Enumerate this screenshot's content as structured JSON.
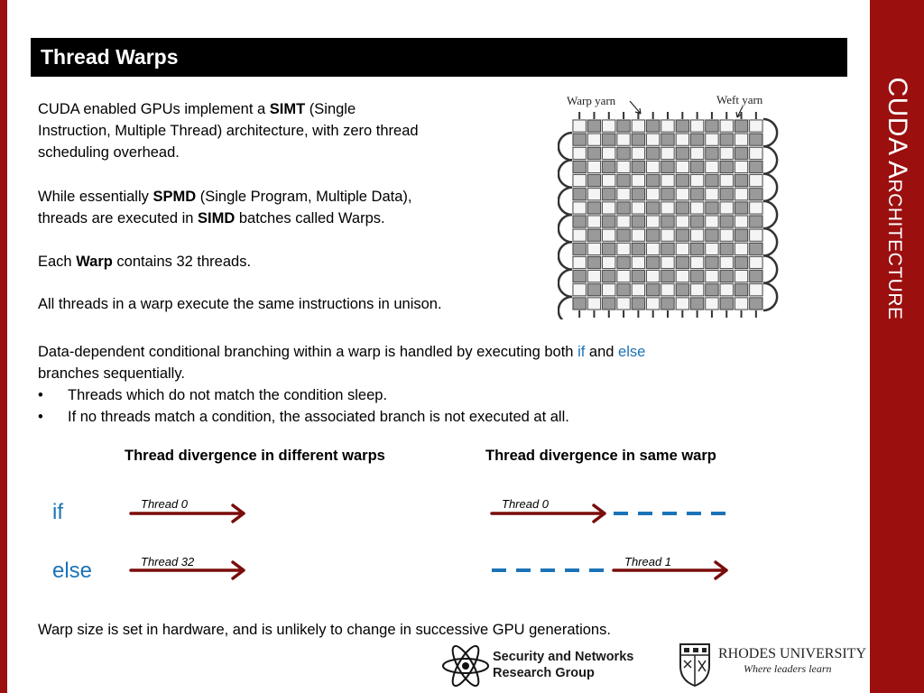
{
  "side_title": "CUDA Architecture",
  "slide_title": "Thread Warps",
  "paragraphs": {
    "p1": {
      "a": "CUDA enabled GPUs implement a ",
      "b": "SIMT",
      "c": " (Single",
      "line2": "Instruction, Multiple Thread) architecture, with zero thread",
      "line3": "scheduling overhead."
    },
    "p2": {
      "a": "While essentially ",
      "b": "SPMD",
      "c": " (Single Program, Multiple Data),",
      "d": "threads are executed in ",
      "e": "SIMD",
      "f": " batches called Warps."
    },
    "p3": {
      "a": "Each ",
      "b": "Warp",
      "c": " contains 32 threads."
    },
    "p4": "All threads in a warp execute the same instructions in unison.",
    "p5": {
      "a": "Data-dependent conditional branching within a warp is handled by executing both ",
      "if": "if",
      "and": " and ",
      "else": "else",
      "line2": "branches sequentially."
    }
  },
  "bullets": [
    {
      "dot": "•",
      "text": "Threads which do not match the condition sleep."
    },
    {
      "dot": "•",
      "text": "If no threads match a condition, the associated branch is not executed at all."
    }
  ],
  "image": {
    "warp_label": "Warp yarn",
    "weft_label": "Weft yarn"
  },
  "diagram": {
    "heading_left": "Thread divergence in different warps",
    "heading_right": "Thread divergence in same warp",
    "row_if": "if",
    "row_else": "else",
    "threads": {
      "left_if": "Thread 0",
      "left_else": "Thread 32",
      "right_if": "Thread 0",
      "right_else": "Thread 1"
    },
    "colors": {
      "arrow": "#7a0c0c",
      "sleep_dash": "#1b73b8"
    }
  },
  "footer_text": "Warp size is set in hardware, and is unlikely to change in successive GPU generations.",
  "logos": {
    "snrg_line1": "Security and Networks",
    "snrg_line2": "Research Group",
    "rhodes_name": "RHODES UNIVERSITY",
    "rhodes_tagline": "Where leaders learn"
  },
  "colors": {
    "brand_red": "#9b0f0f",
    "keyword_blue": "#1b73b8",
    "title_bg": "#000000"
  }
}
